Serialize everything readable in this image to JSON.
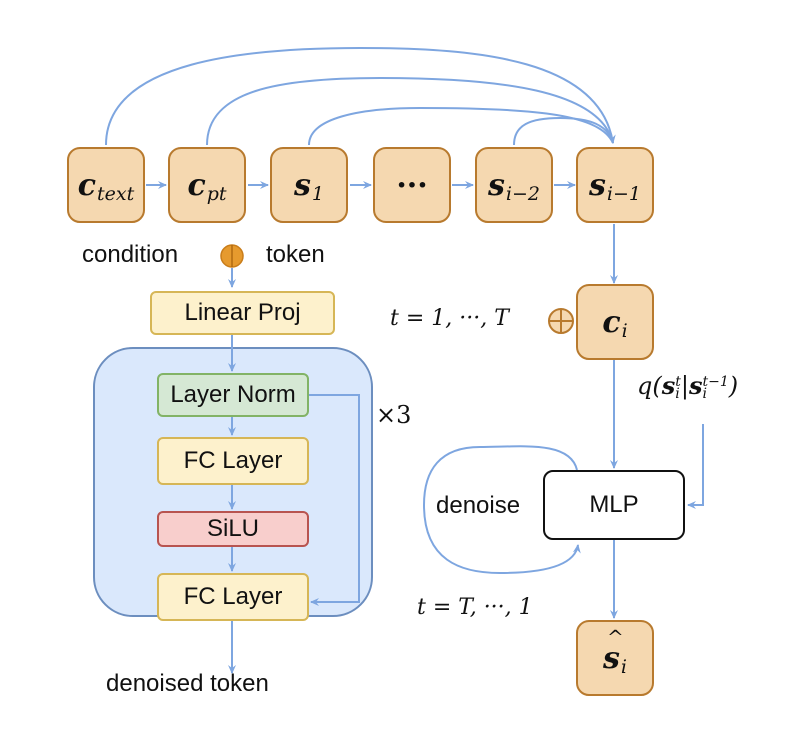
{
  "colors": {
    "token_fill": "#f5d8b0",
    "token_border": "#b87a2e",
    "arrow": "#7ea6e0",
    "ffn_container_fill": "#dae8fc",
    "linear_block_fill": "#fdf1cc",
    "norm_block_fill": "#d5e8d4",
    "activation_block_fill": "#f8cecc"
  },
  "sequence_tokens": [
    {
      "id": "c_text",
      "base": "c",
      "sub": "text"
    },
    {
      "id": "c_pt",
      "base": "c",
      "sub": "pt"
    },
    {
      "id": "s_1",
      "base": "s",
      "sub": "1"
    },
    {
      "id": "ellipsis",
      "base": "···",
      "sub": ""
    },
    {
      "id": "s_i-2",
      "base": "s",
      "sub": "i−2"
    },
    {
      "id": "s_i-1",
      "base": "s",
      "sub": "i−1"
    }
  ],
  "concat": {
    "left_label": "condition",
    "right_label": "token",
    "icon": "concat-circle-icon"
  },
  "denoiser_network": {
    "input_block": "Linear Proj",
    "layers": [
      "Layer Norm",
      "FC Layer",
      "SiLU",
      "FC Layer"
    ],
    "repeat_label": "×3",
    "output_label": "denoised token"
  },
  "condition_token": {
    "base": "c",
    "sub": "i"
  },
  "forward_process": {
    "timesteps_label": "t = 1, ···, T",
    "add_icon": "circle-plus-icon",
    "noise_label": {
      "fn": "q(",
      "a": "s",
      "a_sup": "t",
      "a_sub": "i",
      "bar": "|",
      "b": "s",
      "b_sup": "t−1",
      "b_sub": "i",
      "close": ")"
    }
  },
  "mlp": {
    "label": "MLP",
    "loop_label": "denoise",
    "reverse_timesteps_label": "t = T, ···, 1"
  },
  "output_token": {
    "base": "s",
    "sub": "i",
    "hat": true
  }
}
